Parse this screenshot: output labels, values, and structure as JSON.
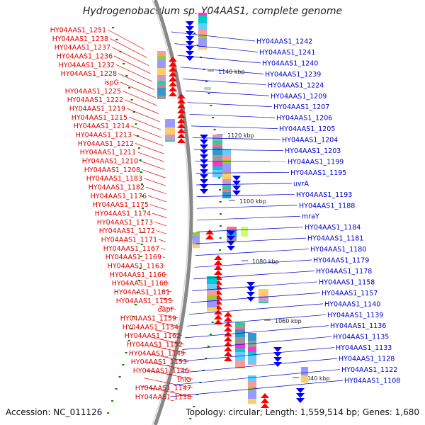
{
  "title": "Hydrogenobaculum sp. Y04AAS1, complete genome",
  "footer": {
    "accession": "Accession: NC_011126",
    "summary": "Topology: circular; Length: 1,559,514 bp; Genes: 1,680"
  },
  "colors": {
    "left_label": "#e00000",
    "right_label": "#0000cc",
    "backbone": "#888888",
    "tick": "#008000"
  },
  "kbp_marks": [
    "1140 kbp",
    "1120 kbp",
    "1100 kbp",
    "1080 kbp",
    "1060 kbp",
    "1040 kbp"
  ],
  "left_labels": [
    "HY04AAS1_1251",
    "HY04AAS1_1238",
    "HY04AAS1_1237",
    "HY04AAS1_1236",
    "HY04AAS1_1232",
    "HY04AAS1_1228",
    "ispG",
    "HY04AAS1_1225",
    "HY04AAS1_1222",
    "HY04AAS1_1219",
    "HY04AAS1_1215",
    "HY04AAS1_1214",
    "HY04AAS1_1213",
    "HY04AAS1_1212",
    "HY04AAS1_1211",
    "HY04AAS1_1210",
    "HY04AAS1_1208",
    "HY04AAS1_1183",
    "HY04AAS1_1182",
    "HY04AAS1_1176",
    "HY04AAS1_1175",
    "HY04AAS1_1174",
    "HY04AAS1_1173",
    "HY04AAS1_1172",
    "HY04AAS1_1171",
    "HY04AAS1_1167",
    "HY04AAS1_1169",
    "HY04AAS1_1163",
    "HY04AAS1_1166",
    "HY04AAS1_1160",
    "HY04AAS1_1161",
    "HY04AAS1_1155",
    "dapF",
    "HY04AAS1_1159",
    "HY04AAS1_1154",
    "HY04AAS1_1162",
    "HY04AAS1_1152",
    "HY04AAS1_1149",
    "HY04AAS1_1153",
    "HY04AAS1_1146",
    "thiG",
    "HY04AAS1_1147",
    "HY04AAS1_1138"
  ],
  "right_labels": [
    "HY04AAS1_1242",
    "HY04AAS1_1241",
    "HY04AAS1_1240",
    "HY04AAS1_1239",
    "HY04AAS1_1224",
    "HY04AAS1_1209",
    "HY04AAS1_1207",
    "HY04AAS1_1206",
    "HY04AAS1_1205",
    "HY04AAS1_1204",
    "HY04AAS1_1203",
    "HY04AAS1_1199",
    "HY04AAS1_1195",
    "uvrA",
    "HY04AAS1_1193",
    "HY04AAS1_1188",
    "mraY",
    "HY04AAS1_1184",
    "HY04AAS1_1181",
    "HY04AAS1_1180",
    "HY04AAS1_1179",
    "HY04AAS1_1178",
    "HY04AAS1_1158",
    "HY04AAS1_1157",
    "HY04AAS1_1140",
    "HY04AAS1_1139",
    "HY04AAS1_1136",
    "HY04AAS1_1135",
    "HY04AAS1_1133",
    "HY04AAS1_1128",
    "HY04AAS1_1122",
    "HY04AAS1_1108"
  ]
}
